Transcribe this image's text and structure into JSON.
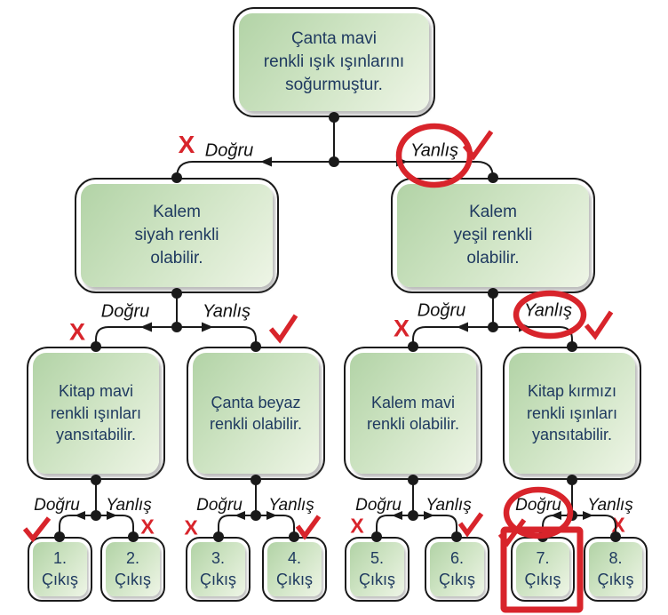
{
  "palette": {
    "box_gradient_start": "#b2d3a6",
    "box_gradient_end": "#eef5e6",
    "box_border": "#1a1a1a",
    "box_text": "#1f3a60",
    "line": "#1a1a1a",
    "mark_red": "#d8242b",
    "label_text": "#111111"
  },
  "icons": {
    "x_mark": "X",
    "check_mark": "✓"
  },
  "labels": {
    "dogru": "Doğru",
    "yanlis": "Yanlış"
  },
  "nodes": {
    "root": "Çanta mavi\nrenkli ışık ışınlarını\nsoğurmuştur.",
    "kalem_siyah": "Kalem\nsiyah renkli\nolabilir.",
    "kalem_yesil": "Kalem\nyeşil renkli\nolabilir.",
    "kitap_mavi": "Kitap mavi\nrenkli ışınları\nyansıtabilir.",
    "canta_beyaz": "Çanta beyaz\nrenkli olabilir.",
    "kalem_mavi": "Kalem mavi\nrenkli olabilir.",
    "kitap_kirmizi": "Kitap kırmızı\nrenkli ışınları\nyansıtabilir."
  },
  "exits": [
    "1.\nÇıkış",
    "2.\nÇıkış",
    "3.\nÇıkış",
    "4.\nÇıkış",
    "5.\nÇıkış",
    "6.\nÇıkış",
    "7.\nÇıkış",
    "8.\nÇıkış"
  ],
  "annotations": {
    "root": {
      "dogru": "x",
      "yanlis": "check",
      "circled": "yanlis"
    },
    "kalem_siyah": {
      "dogru": "x",
      "yanlis": "check"
    },
    "kalem_yesil": {
      "dogru": "x",
      "yanlis": "check",
      "circled": "yanlis"
    },
    "kitap_mavi": {
      "dogru": "check",
      "yanlis": "x"
    },
    "canta_beyaz": {
      "dogru": "x",
      "yanlis": "check"
    },
    "kalem_mavi": {
      "dogru": "x",
      "yanlis": "check"
    },
    "kitap_kirmizi": {
      "dogru": "check",
      "yanlis": "x",
      "circled": "dogru",
      "boxed_exit": "7. Çıkış"
    }
  }
}
